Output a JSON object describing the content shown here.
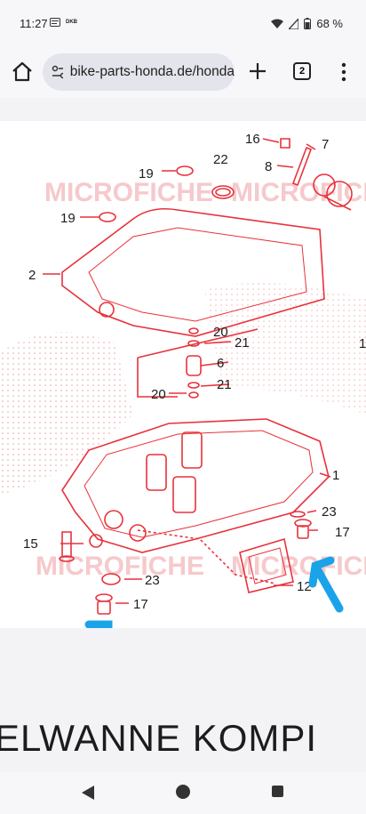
{
  "status": {
    "time": "11:27",
    "small_label": "DKB",
    "battery": "68 %"
  },
  "browser": {
    "url": "bike-parts-honda.de/honda",
    "tab_count": "2"
  },
  "diagram": {
    "watermark": "MICROFICHE",
    "part_numbers": [
      "16",
      "7",
      "8",
      "19",
      "22",
      "19",
      "2",
      "20",
      "21",
      "6",
      "21",
      "20",
      "1",
      "23",
      "15",
      "17",
      "12",
      "23",
      "17",
      "1"
    ]
  },
  "heading": "ELWANNE KOMPI",
  "colors": {
    "diagram_red": "#e8313b",
    "arrow_blue": "#1aa3e8"
  }
}
